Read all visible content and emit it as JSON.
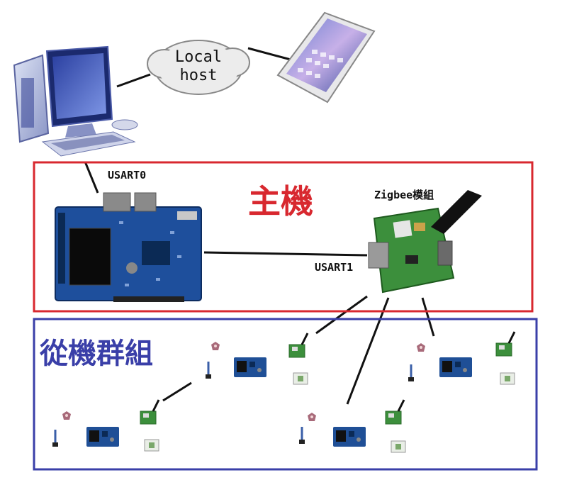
{
  "cloud": {
    "line1": "Local",
    "line2": "host"
  },
  "host": {
    "title": "主機",
    "usart0_label": "USART0",
    "usart1_label": "USART1",
    "zigbee_label": "Zigbee模組"
  },
  "slaves": {
    "title": "從機群組"
  },
  "colors": {
    "host_border": "#d8282f",
    "slave_border": "#3a3fa8",
    "host_title": "#d8282f",
    "slave_title": "#3a3fa8"
  }
}
